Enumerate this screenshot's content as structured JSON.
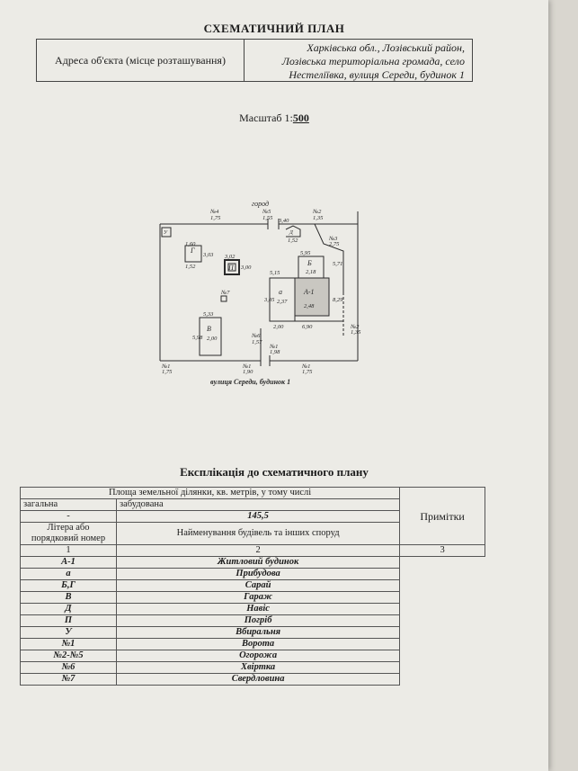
{
  "title": "СХЕМАТИЧНИЙ ПЛАН",
  "address": {
    "label": "Адреса об'єкта (місце розташування)",
    "lines": [
      "Харківська обл., Лозівський район,",
      "Лозівська територіальна громада, село",
      "Нестеліївка, вулиця Середи, будинок 1"
    ]
  },
  "scale": {
    "prefix": "Масштаб 1:",
    "value": "500"
  },
  "plan": {
    "top_label": "город",
    "street_label": "вулиця Середи, будинок 1",
    "buildings": {
      "G": "Г",
      "P": "П",
      "V": "В",
      "B": "Б",
      "a": "а",
      "A1": "А-1",
      "U": "У",
      "D": "Д"
    },
    "markers": {
      "n4": "№4",
      "n5": "№5",
      "n2": "№2",
      "n3": "№3",
      "n7": "№7",
      "n6": "№6",
      "n1": "№1",
      "n1b": "№1",
      "n2b": "№2",
      "n1c": "№1"
    },
    "dims": {
      "d1": "1,75",
      "d2": "1,55",
      "d3": "3,40",
      "d4": "2,75",
      "d5": "1,52",
      "d6": "1,60",
      "d7": "1,52",
      "d8": "3,03",
      "d9": "3,02",
      "d10": "3,00",
      "d11": "5,95",
      "d12": "2,18",
      "d13": "5,15",
      "d14": "3,05",
      "d15": "2,37",
      "d16": "2,48",
      "d17": "8,29",
      "d18": "5,71",
      "d19": "5,33",
      "d20": "5,98",
      "d21": "2,00",
      "d22": "6,90",
      "d23": "2,00",
      "d24": "1,57",
      "d25": "1,35",
      "d26": "1,75",
      "d27": "1,75",
      "d28": "1,98",
      "d29": "1,90",
      "d30": "1,35"
    }
  },
  "explication": {
    "title": "Експлікація до схематичного плану",
    "area_header": "Площа земельної ділянки, кв. метрів, у тому числі",
    "total_label": "загальна",
    "built_label": "забудована",
    "total_value": "-",
    "built_value": "145,5",
    "notes_header": "Примітки",
    "col1_header": "Літера або порядковий номер",
    "col2_header": "Найменування будівель та інших споруд",
    "col1_num": "1",
    "col2_num": "2",
    "col3_num": "3",
    "rows": [
      {
        "letter": "А-1",
        "name": "Житловий будинок"
      },
      {
        "letter": "а",
        "name": "Прибудова"
      },
      {
        "letter": "Б,Г",
        "name": "Сарай"
      },
      {
        "letter": "В",
        "name": "Гараж"
      },
      {
        "letter": "Д",
        "name": "Навіс"
      },
      {
        "letter": "П",
        "name": "Погріб"
      },
      {
        "letter": "У",
        "name": "Вбиральня"
      },
      {
        "letter": "№1",
        "name": "Ворота"
      },
      {
        "letter": "№2-№5",
        "name": "Огорожа"
      },
      {
        "letter": "№6",
        "name": "Хвіртка"
      },
      {
        "letter": "№7",
        "name": "Свердловина"
      }
    ]
  }
}
